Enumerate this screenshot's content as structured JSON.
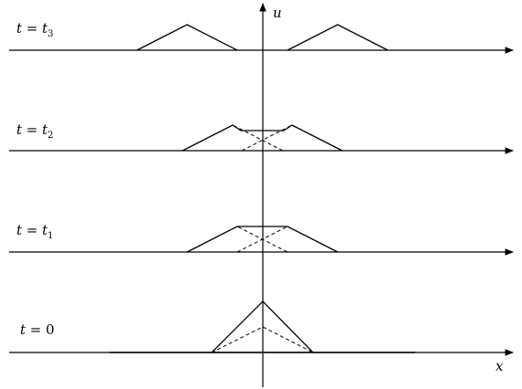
{
  "axes": {
    "vertical_label": "u",
    "horizontal_label": "x"
  },
  "panels": [
    {
      "var": "t",
      "eq": " = ",
      "value": "t",
      "sub": "3"
    },
    {
      "var": "t",
      "eq": " = ",
      "value": "t",
      "sub": "2"
    },
    {
      "var": "t",
      "eq": " = ",
      "value": "t",
      "sub": "1"
    },
    {
      "var": "t",
      "eq": " = ",
      "value": "0",
      "sub": ""
    }
  ],
  "colors": {
    "stroke": "#000000",
    "background": "#ffffff"
  }
}
